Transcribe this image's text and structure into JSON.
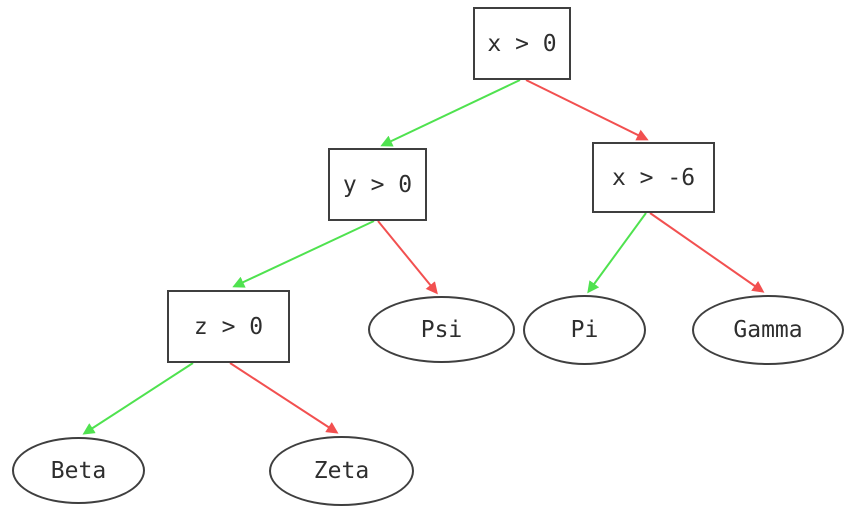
{
  "diagram": {
    "type": "decision-tree",
    "colors": {
      "true_branch": "#4fe24f",
      "false_branch": "#f25050",
      "node_border": "#3f3f3f",
      "node_text": "#2e2e2e",
      "background": "#ffffff"
    },
    "nodes": {
      "root": {
        "label": "x > 0",
        "shape": "rect"
      },
      "y0": {
        "label": "y > 0",
        "shape": "rect"
      },
      "xm6": {
        "label": "x > -6",
        "shape": "rect"
      },
      "z0": {
        "label": "z > 0",
        "shape": "rect"
      },
      "psi": {
        "label": "Psi",
        "shape": "ellipse"
      },
      "pi": {
        "label": "Pi",
        "shape": "ellipse"
      },
      "gamma": {
        "label": "Gamma",
        "shape": "ellipse"
      },
      "beta": {
        "label": "Beta",
        "shape": "ellipse"
      },
      "zeta": {
        "label": "Zeta",
        "shape": "ellipse"
      }
    },
    "edges": [
      {
        "from": "x > 0",
        "to": "y > 0",
        "branch": "true",
        "color": "#4fe24f"
      },
      {
        "from": "x > 0",
        "to": "x > -6",
        "branch": "false",
        "color": "#f25050"
      },
      {
        "from": "y > 0",
        "to": "z > 0",
        "branch": "true",
        "color": "#4fe24f"
      },
      {
        "from": "y > 0",
        "to": "Psi",
        "branch": "false",
        "color": "#f25050"
      },
      {
        "from": "x > -6",
        "to": "Pi",
        "branch": "true",
        "color": "#4fe24f"
      },
      {
        "from": "x > -6",
        "to": "Gamma",
        "branch": "false",
        "color": "#f25050"
      },
      {
        "from": "z > 0",
        "to": "Beta",
        "branch": "true",
        "color": "#4fe24f"
      },
      {
        "from": "z > 0",
        "to": "Zeta",
        "branch": "false",
        "color": "#f25050"
      }
    ]
  }
}
